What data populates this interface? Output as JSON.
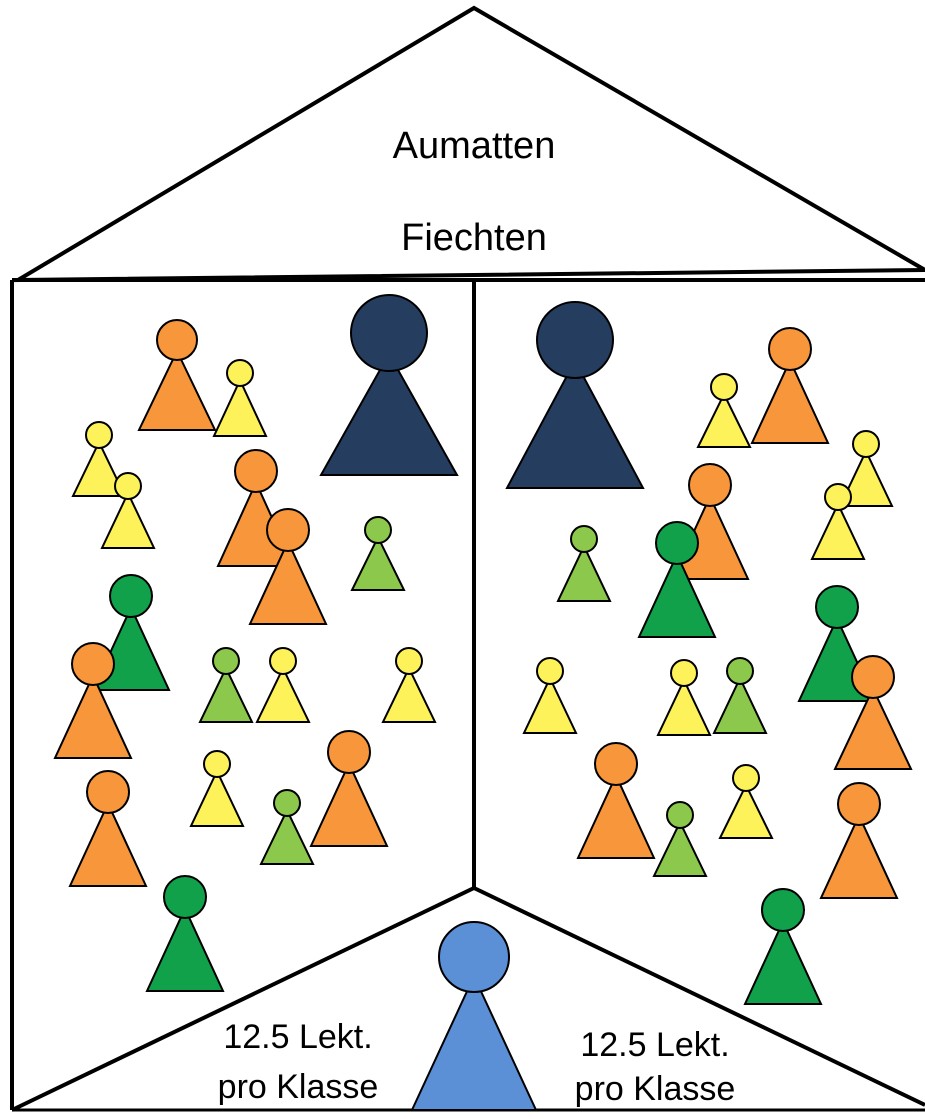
{
  "roof": {
    "line1": "Aumatten",
    "line2": "Fiechten"
  },
  "base": {
    "left_lessons": "12.5 Lekt.",
    "left_per": "pro Klasse",
    "right_lessons": "12.5 Lekt.",
    "right_per": "pro Klasse"
  },
  "colors": {
    "navy": "#253d5e",
    "blue": "#5b8fd6",
    "orange": "#f7963b",
    "yellow": "#fdf25a",
    "light_green": "#8cc84b",
    "dark_green": "#11a14a",
    "stroke": "#000000"
  },
  "legend_kinds": [
    "navy",
    "blue",
    "orange",
    "yellow",
    "light-green",
    "dark-green"
  ]
}
